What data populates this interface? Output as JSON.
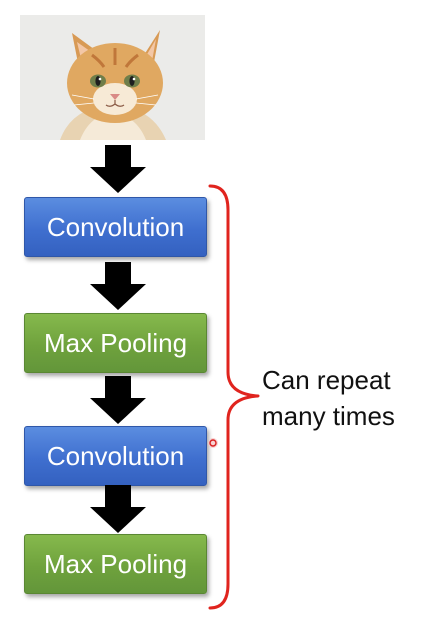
{
  "diagram": {
    "steps": [
      {
        "label": "Convolution",
        "kind": "conv"
      },
      {
        "label": "Max Pooling",
        "kind": "pool"
      },
      {
        "label": "Convolution",
        "kind": "conv"
      },
      {
        "label": "Max Pooling",
        "kind": "pool"
      }
    ],
    "note_line1": "Can repeat",
    "note_line2": "many times",
    "colors": {
      "convolution": "#4a7bd8",
      "max_pooling": "#70a33e",
      "brace": "#e0241e",
      "arrow": "#000000"
    }
  }
}
